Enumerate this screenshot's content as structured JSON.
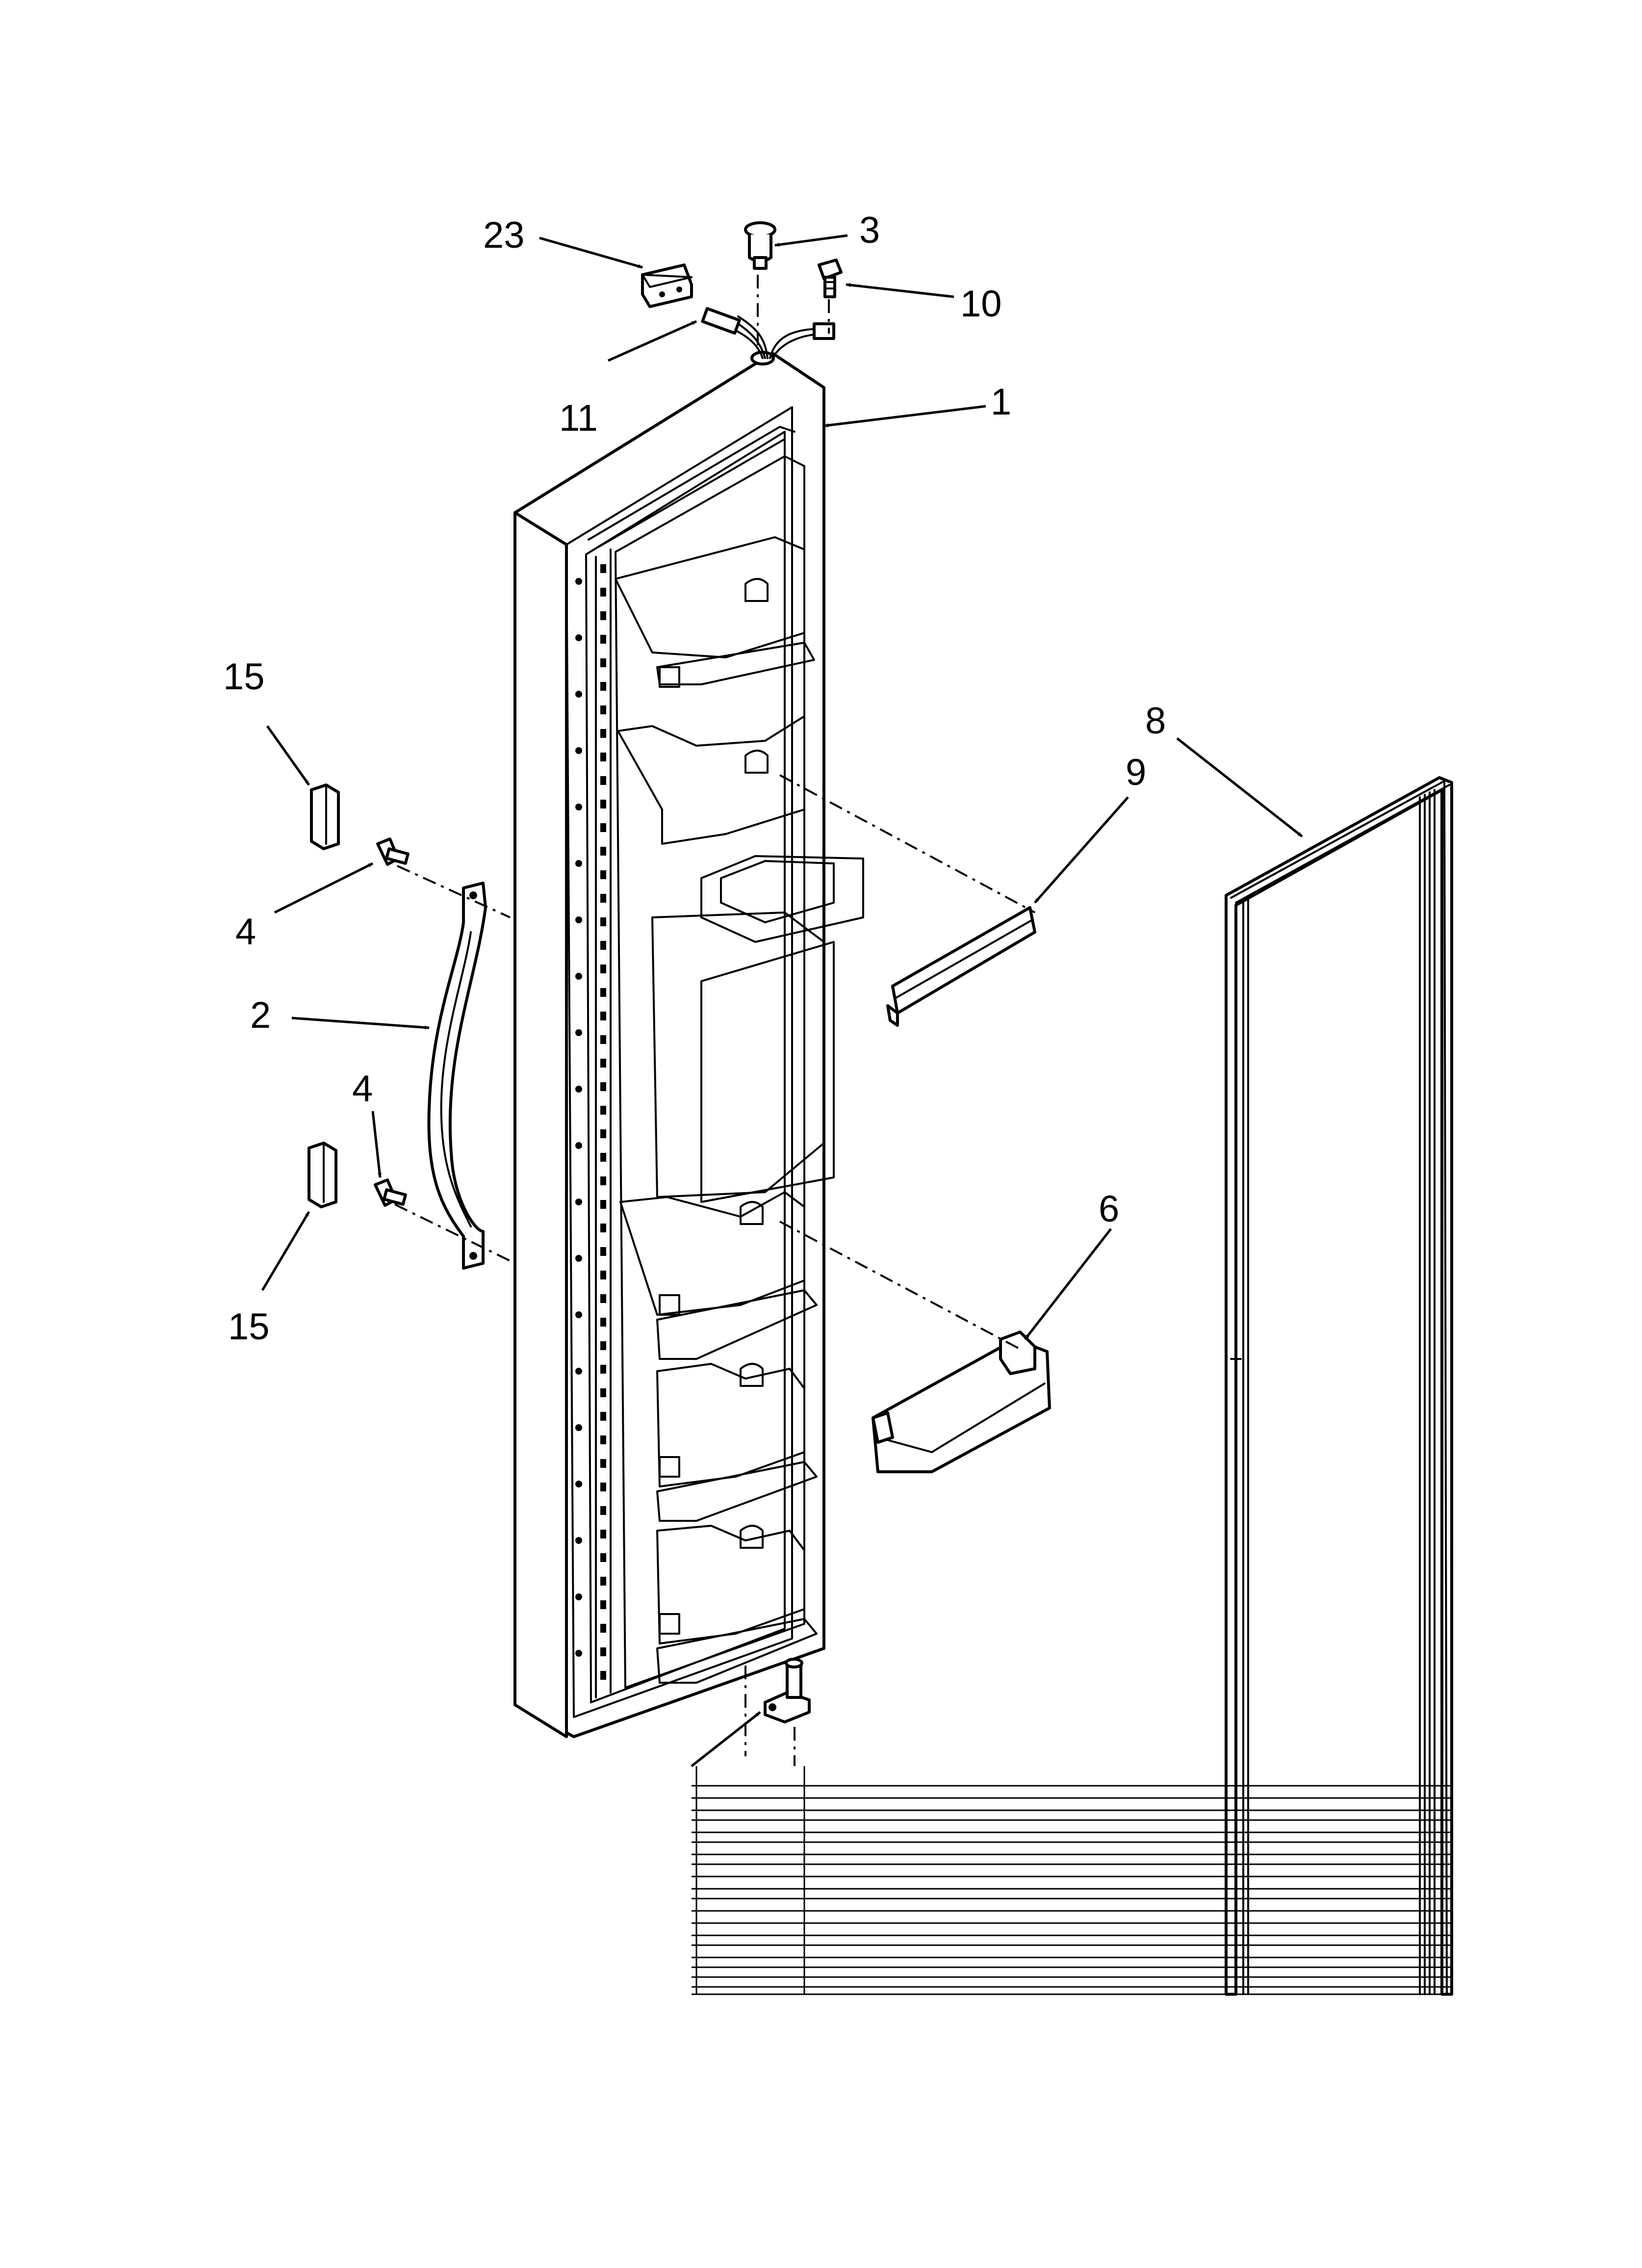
{
  "diagram": {
    "callouts": {
      "c1": "1",
      "c2": "2",
      "c3": "3",
      "c4a": "4",
      "c4b": "4",
      "c6": "6",
      "c8": "8",
      "c9": "9",
      "c10": "10",
      "c11": "11",
      "c15a": "15",
      "c15b": "15",
      "c23": "23"
    }
  }
}
